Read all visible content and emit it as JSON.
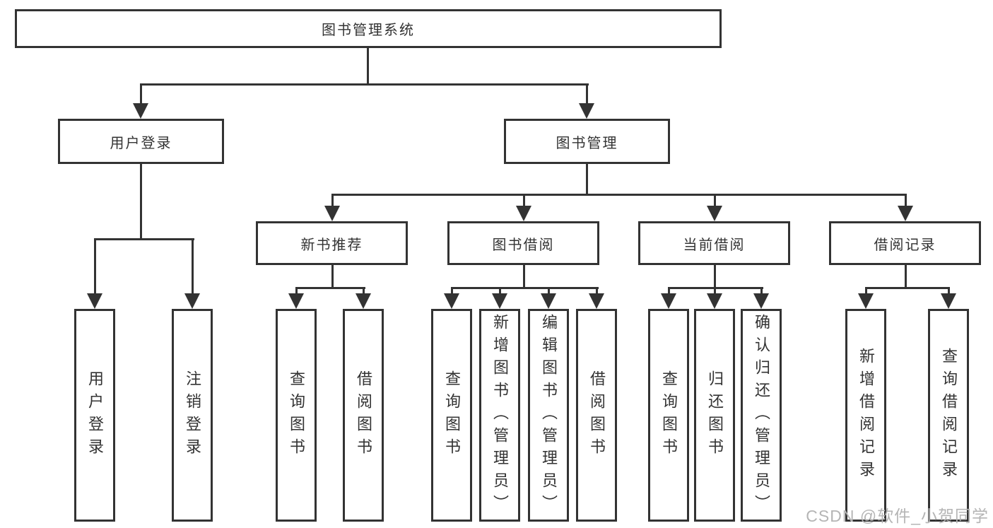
{
  "diagram": {
    "root": {
      "label": "图书管理系统"
    },
    "branches": [
      {
        "label": "用户登录",
        "children": [
          {
            "label": "用户登录"
          },
          {
            "label": "注销登录"
          }
        ]
      },
      {
        "label": "图书管理",
        "children": [
          {
            "label": "新书推荐",
            "children": [
              {
                "label": "查询图书"
              },
              {
                "label": "借阅图书"
              }
            ]
          },
          {
            "label": "图书借阅",
            "children": [
              {
                "label": "查询图书"
              },
              {
                "label": "新增图书（管理员）"
              },
              {
                "label": "编辑图书（管理员）"
              },
              {
                "label": "借阅图书"
              }
            ]
          },
          {
            "label": "当前借阅",
            "children": [
              {
                "label": "查询图书"
              },
              {
                "label": "归还图书"
              },
              {
                "label": "确认归还（管理员）"
              }
            ]
          },
          {
            "label": "借阅记录",
            "children": [
              {
                "label": "新增借阅记录"
              },
              {
                "label": "查询借阅记录"
              }
            ]
          }
        ]
      }
    ],
    "watermark": "CSDN @软件_小贺同学",
    "colors": {
      "line": "#333333",
      "box_border": "#333333",
      "text": "#333333",
      "watermark": "#b5b5b5",
      "background": "#ffffff"
    }
  }
}
